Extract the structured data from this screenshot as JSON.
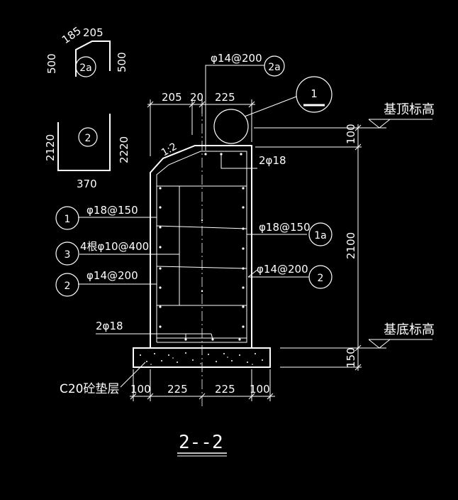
{
  "labels": {
    "elev_top": "基顶标高",
    "elev_bottom": "基底标高",
    "cushion": "C20砼垫层",
    "title": "2--2"
  },
  "dims": {
    "top_205": "205",
    "top_20": "20",
    "top_225": "225",
    "right_100": "100",
    "right_2100": "2100",
    "right_150": "150",
    "bot_100a": "100",
    "bot_225a": "225",
    "bot_225b": "225",
    "bot_100b": "100",
    "slope": "1:2"
  },
  "rebar": {
    "top_callout": "φ14@200",
    "r_2phi18_top": "2φ18",
    "r_phi18_150_right": "φ18@150",
    "r_phi14_200_right": "φ14@200",
    "l_phi18_150": "φ18@150",
    "l_4gen": "4根φ10@400",
    "l_phi14_200": "φ14@200",
    "b_2phi18": "2φ18"
  },
  "marks": {
    "m1": "1",
    "m1a": "1a",
    "m2": "2",
    "m2a": "2a",
    "m3": "3",
    "detail1": "1"
  },
  "schedule": {
    "shape2a_185": "185",
    "shape2a_205": "205",
    "shape2a_500l": "500",
    "shape2a_500r": "500",
    "shape2_2120": "2120",
    "shape2_2220": "2220",
    "shape2_370": "370"
  }
}
